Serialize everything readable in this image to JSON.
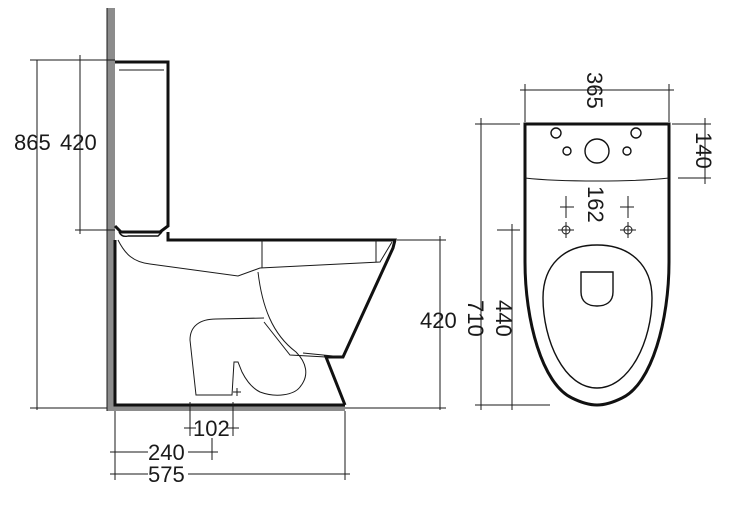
{
  "side_view": {
    "dimensions": {
      "overall_height": "865",
      "cistern_height": "420",
      "seat_height": "420",
      "outlet_offset": "102",
      "outlet_center": "240",
      "overall_depth": "575"
    }
  },
  "top_view": {
    "dimensions": {
      "cistern_width": "365",
      "cistern_depth": "140",
      "fixing_holes_spacing": "162",
      "bowl_length": "440",
      "overall_length": "710"
    }
  },
  "colors": {
    "line": "#111111",
    "wall": "#8c8c8c",
    "background": "#ffffff"
  }
}
